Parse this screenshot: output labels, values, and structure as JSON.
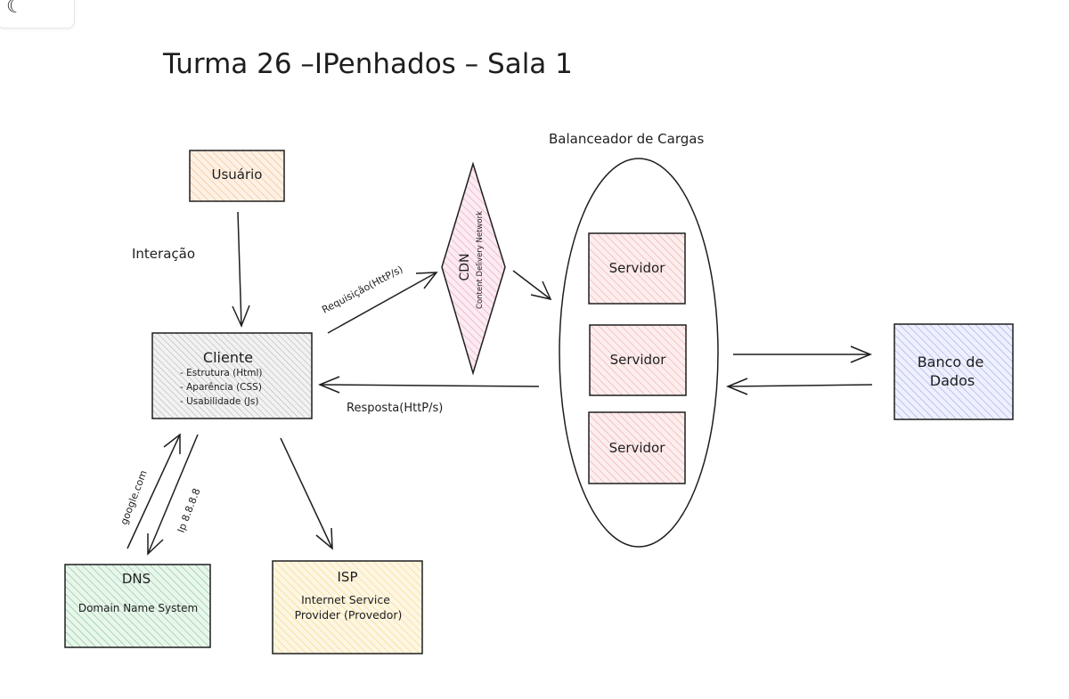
{
  "toolbar": {
    "menu_glyph": "☾"
  },
  "title": "Turma 26 –IPenhados –  Sala 1",
  "nodes": {
    "usuario": {
      "label": "Usuário",
      "fill": "#f4b67a"
    },
    "cliente": {
      "title": "Cliente",
      "lines": [
        "- Estrutura (Html)",
        "- Aparência (CSS)",
        "- Usabilidade (Js)"
      ],
      "fill": "#b0b0b0"
    },
    "cdn": {
      "label": "CDN",
      "sub": "Content Delivery Network",
      "fill": "#e9a0c0"
    },
    "balanceador": {
      "label": "Balanceador de Cargas"
    },
    "servidores": [
      {
        "label": "Servidor"
      },
      {
        "label": "Servidor"
      },
      {
        "label": "Servidor"
      }
    ],
    "servidor_fill": "#f2a4a8",
    "banco": {
      "lines": [
        "Banco de",
        "Dados"
      ],
      "fill": "#9aa3e8"
    },
    "dns": {
      "title": "DNS",
      "sub": "Domain Name System",
      "fill": "#7cc48a"
    },
    "isp": {
      "title": "ISP",
      "lines": [
        "Internet Service",
        "Provider (Provedor)"
      ],
      "fill": "#f5d47a"
    }
  },
  "edges": {
    "interacao": "Interação",
    "requisicao": "Requisição(HttP/s)",
    "resposta": "Resposta(HttP/s)",
    "google": "google.com",
    "ip": "Ip 8.8.8.8"
  }
}
